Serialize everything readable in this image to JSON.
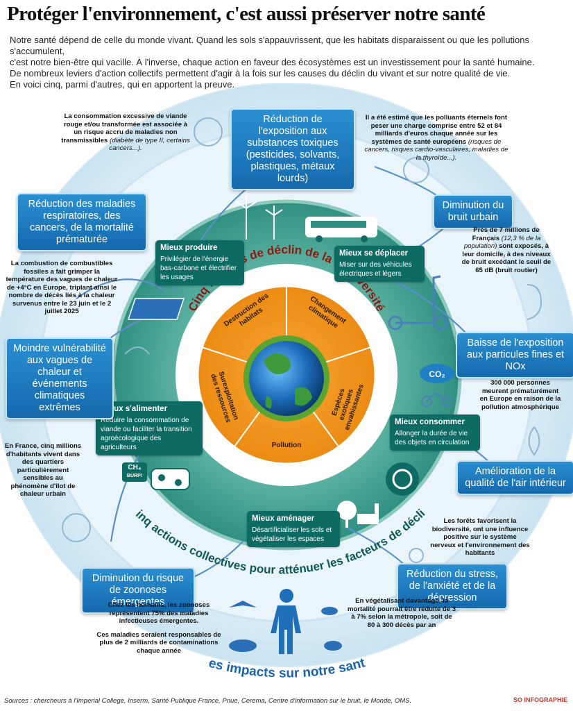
{
  "title": "Protéger l'environnement, c'est aussi préserver notre santé",
  "intro": {
    "line1": "Notre santé dépend de celle du monde vivant. Quand les sols s'appauvrissent, que les habitats disparaissent ou que les pollutions s'accumulent,",
    "line2": "c'est notre bien-être qui vacille. À l'inverse, chaque action en faveur des écosystèmes est un investissement pour la santé humaine.",
    "line3": "De nombreux leviers d'action collectifs permettent d'agir à la fois sur les causes du déclin du vivant et sur notre qualité de vie.",
    "line4": "En voici cinq, parmi d'autres, qui en apportent la preuve."
  },
  "center": {
    "ring_title": "Cinq facteurs de déclin de la biodiversité",
    "factors": [
      "Destruction des habitats",
      "Changement climatique",
      "Espèces exotiques envahissantes",
      "Pollution",
      "Surexploitation des ressources"
    ]
  },
  "actions_ring_title": "Cinq actions collectives pour atténuer les facteurs de déclin",
  "impacts_title": "Les impacts sur notre santé",
  "actions": {
    "produire": {
      "title": "Mieux produire",
      "text": "Privilégier de l'énergie bas-carbone et électrifier les usages"
    },
    "deplacer": {
      "title": "Mieux se déplacer",
      "text": "Miser sur des véhicules électriques et légers"
    },
    "alimenter": {
      "title": "Mieux s'alimenter",
      "text": "Réduire la consommation de viande ou faciliter la transition agroécologique des agriculteurs"
    },
    "consommer": {
      "title": "Mieux consommer",
      "text": "Allonger la durée de vie des objets en circulation"
    },
    "amenager": {
      "title": "Mieux aménager",
      "text": "Désartificialiser les sols et végétaliser les espaces"
    }
  },
  "impacts": {
    "toxiques": "Réduction de l'exposition aux substances toxiques (pesticides, solvants, plastiques, métaux lourds)",
    "respiratoires": "Réduction des maladies respiratoires, des cancers, de la mortalité prématurée",
    "bruit": "Diminution du bruit urbain",
    "particules": "Baisse de l'exposition aux particules fines et NOx",
    "chaleur": "Moindre vulnérabilité aux vagues de chaleur et événements climatiques extrêmes",
    "air": "Amélioration de la qualité de l'air intérieur",
    "zoonoses": "Diminution du risque de zoonoses émergentes",
    "stress": "Réduction du stress, de l'anxiété et de la dépression"
  },
  "notes": {
    "viande": "La consommation excessive de viande rouge et/ou transformée est associée à un risque accru de maladies non transmissibles",
    "viande_i": "(diabète de type II, certains cancers...).",
    "polluants": "Il a été estimé que les polluants éternels font peser une charge comprise entre 52 et 84 milliards d'euros chaque année sur les systèmes de santé européens",
    "polluants_i": "(risques de cancers, risques cardio-vasculaires, maladies de la thyroïde...).",
    "bruit": "Près de 7 millions de Français",
    "bruit_i": "(12,3 % de la population)",
    "bruit2": "sont exposés, à leur domicile, à des niveaux de bruit excédant le seuil de 65 dB (bruit routier)",
    "fossiles": "La combustion de combustibles fossiles a fait grimper la température des vagues de chaleur de +4°C en Europe, triplant ainsi le nombre de décès liés à la chaleur survenus entre le 23 juin et le 2 juillet 2025",
    "pollution_air": "300 000 personnes meurent prématurément en Europe en raison de la pollution atmosphérique",
    "ilot": "En France, cinq millions d'habitants vivent dans des quartiers particulièrement sensibles au phénomène d'îlot de chaleur urbain",
    "forets": "Les forêts favorisent la biodiversité, ont une influence positive sur le système nerveux et l'environnement des habitants",
    "zoonoses1": "Chez les humains, les zoonoses représentent 75% des maladies infectieuses émergentes.",
    "zoonoses2": "Ces maladies seraient responsables de plus de 2 milliards de contaminations chaque année",
    "vegetal": "En végétalisant davantage, la mortalité pourrait être réduite de 3 à 7% selon la métropole, soit de 80 à 300 décès par an"
  },
  "labels": {
    "co2": "CO₂",
    "ch4": "CH₄",
    "burp": "BURP!"
  },
  "sources": "Sources : chercheurs à l'Imperial College, Inserm, Santé Publique France, Pnue, Cerema, Centre d'information sur le bruit, le Monde, OMS.",
  "logo": "SO INFOGRAPHIE",
  "colors": {
    "blue_box": "#1e7fc4",
    "green_box": "#0e6b63",
    "orange": "#f0961e",
    "ring_blue": "#cfe6f2",
    "title_red": "#9a1b12"
  }
}
